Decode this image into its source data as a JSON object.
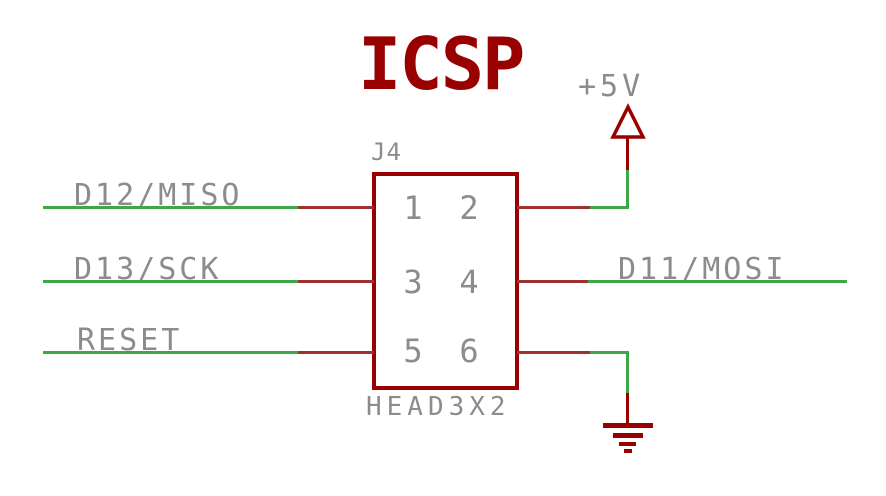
{
  "title": "ICSP",
  "connector": {
    "refdes": "J4",
    "footprint": "HEAD3X2",
    "pins": [
      "1",
      "2",
      "3",
      "4",
      "5",
      "6"
    ]
  },
  "nets": {
    "power": "+5V",
    "left_labels": [
      "D12/MISO",
      "D13/SCK",
      "RESET"
    ],
    "right_label": "D11/MOSI"
  },
  "icons": {
    "power_flag": "power-flag-triangle",
    "ground": "earth-ground-bars"
  },
  "colors": {
    "symbol-red": "#990000",
    "wire-red": "#9e3232",
    "wire-green": "#3fa846",
    "label-gray": "#8c8c8c"
  }
}
